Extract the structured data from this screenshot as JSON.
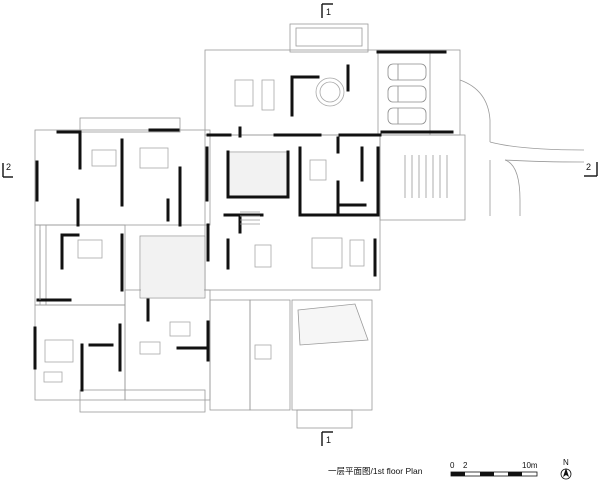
{
  "section_markers": {
    "top": "1",
    "bottom": "1",
    "left": "2",
    "right": "2"
  },
  "caption": "一层平面图/1st floor Plan",
  "scale_bar": {
    "start": "0",
    "mid": "2",
    "end": "10m"
  },
  "north_arrow": "N",
  "colors": {
    "wall": "#111111",
    "line": "#9a9a9a",
    "court": "#f2f2f2"
  }
}
